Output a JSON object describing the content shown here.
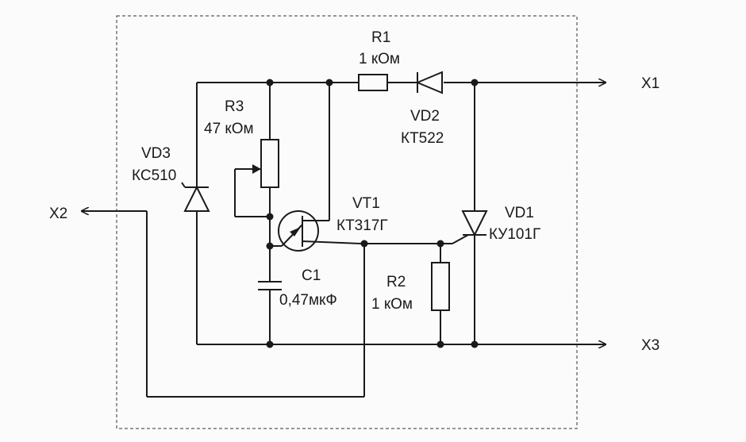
{
  "labels": {
    "r1_name": "R1",
    "r1_value": "1 кОм",
    "vd2_name": "VD2",
    "vd2_part": "КТ522",
    "r3_name": "R3",
    "r3_value": "47 кОм",
    "vd3_name": "VD3",
    "vd3_part": "КС510",
    "vt1_name": "VT1",
    "vt1_part": "КТ317Г",
    "vd1_name": "VD1",
    "vd1_part": "КУ101Г",
    "c1_name": "C1",
    "c1_value": "0,47мкФ",
    "r2_name": "R2",
    "r2_value": "1 кОм",
    "x1": "X1",
    "x2": "X2",
    "x3": "X3"
  },
  "colors": {
    "ink": "#1a1a1a",
    "paper": "#fbfbfb"
  }
}
